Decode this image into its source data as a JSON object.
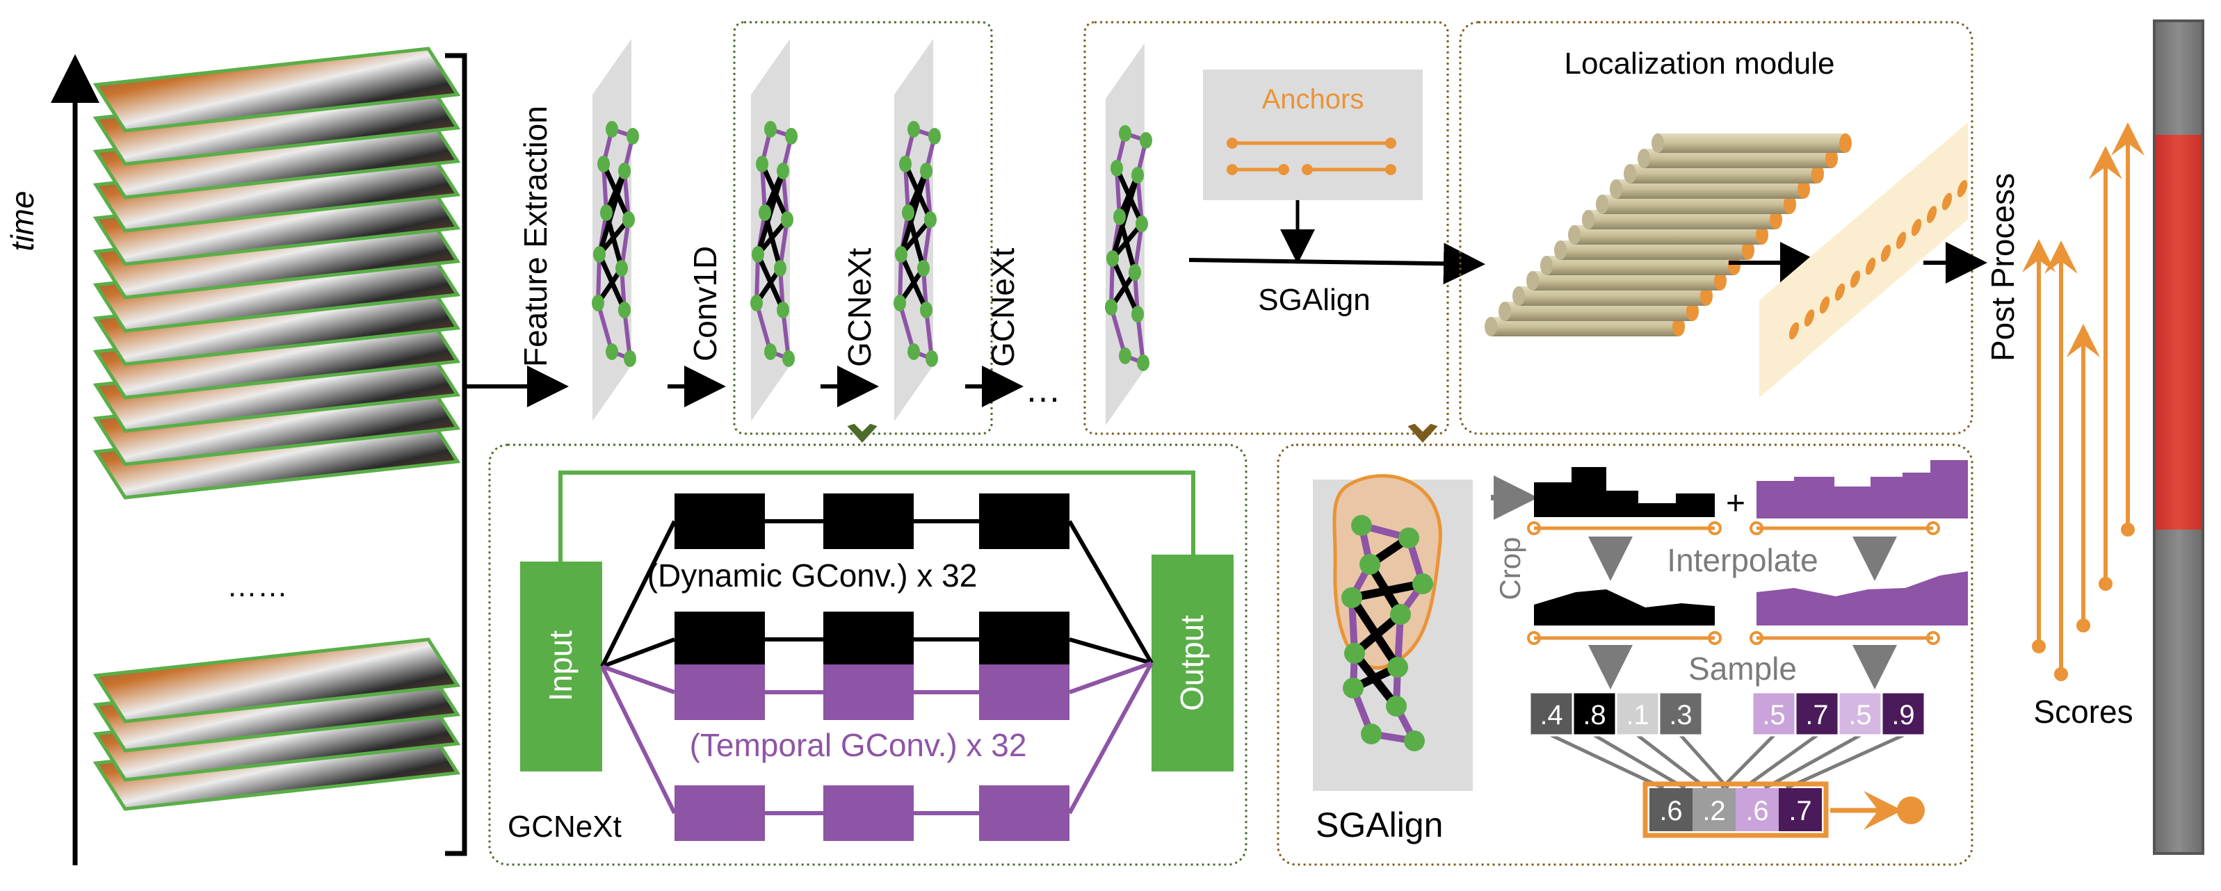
{
  "left": {
    "time_label": "time",
    "ellipsis": "……"
  },
  "pipeline": {
    "feature_extraction": "Feature Extraction",
    "conv1d": "Conv1D",
    "gcnext_1": "GCNeXt",
    "gcnext_2": "GCNeXt",
    "ellipsis": "…",
    "sgalign": "SGAlign",
    "anchors": "Anchors",
    "localization_module": "Localization module",
    "post_process": "Post Process",
    "scores": "Scores"
  },
  "gcnext_block": {
    "title": "GCNeXt",
    "input": "Input",
    "output": "Output",
    "dynamic_label": "(Dynamic  GConv.) x 32",
    "temporal_label": "(Temporal GConv.) x 32"
  },
  "sgalign_block": {
    "title": "SGAlign",
    "crop": "Crop",
    "plus": "+",
    "interpolate": "Interpolate",
    "sample": "Sample",
    "black_samples": [
      ".4",
      ".8",
      ".1",
      ".3"
    ],
    "purple_samples": [
      ".5",
      ".7",
      ".5",
      ".9"
    ],
    "output_samples": [
      ".6",
      ".2",
      ".6",
      ".7"
    ]
  },
  "colors": {
    "green": "#5aae48",
    "purple": "#8e54a6",
    "orange": "#ea9437",
    "red": "#d63a2f",
    "gray": "#7b7b7b",
    "dark_green": "#4a6b2a",
    "olive": "#7a5c1e"
  }
}
